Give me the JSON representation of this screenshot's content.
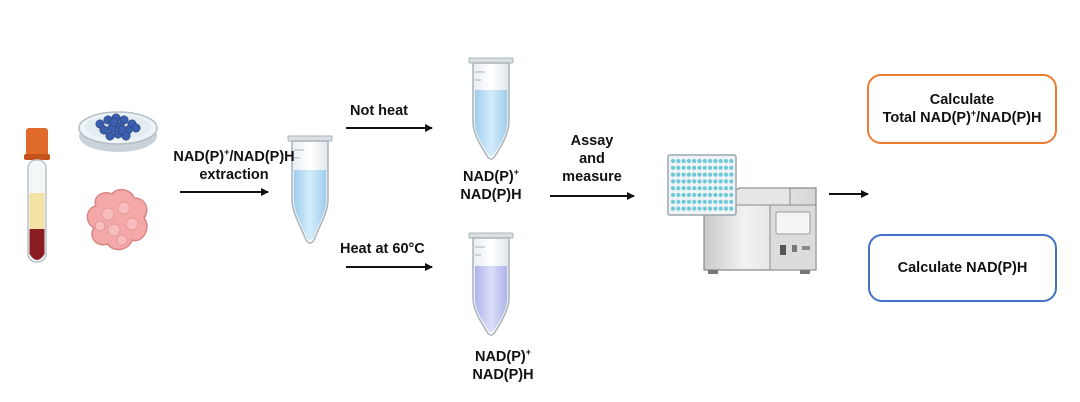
{
  "step_extraction": {
    "line1": "NAD(P)⁺/NAD(P)H",
    "line2": "extraction"
  },
  "branch_top": {
    "condition": "Not heat",
    "line1": "NAD(P)⁺",
    "line2": "NAD(P)H"
  },
  "branch_bottom": {
    "condition": "Heat at 60°C",
    "faded": "NAD(P)⁺",
    "line2": "NAD(P)H"
  },
  "step_assay": {
    "line1": "Assay",
    "line2": "and",
    "line3": "measure"
  },
  "results": {
    "total_line1": "Calculate",
    "total_line2": "Total NAD(P)⁺/NAD(P)H",
    "reduced": "Calculate NAD(P)H"
  },
  "colors": {
    "total_box_border": "#ED7D31",
    "reduced_box_border": "#4472C4",
    "tube_liquid": "#bfe0f5",
    "heated_liquid": "#c9cdf2",
    "plate": "#6ec9d8",
    "cell_cluster": "#3b5fae",
    "tissue": "#f4a9a8"
  }
}
